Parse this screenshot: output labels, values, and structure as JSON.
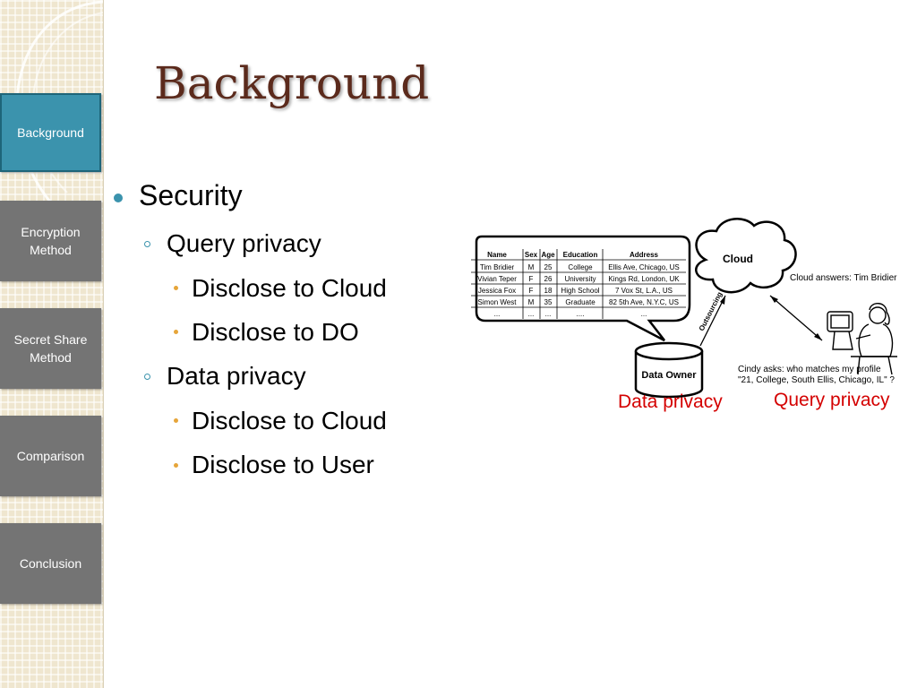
{
  "slide": {
    "title": "Background"
  },
  "sidebar": {
    "items": [
      {
        "label": "Background",
        "active": true
      },
      {
        "label": "Encryption Method",
        "active": false
      },
      {
        "label": "Secret Share Method",
        "active": false
      },
      {
        "label": "Comparison",
        "active": false
      },
      {
        "label": "Conclusion",
        "active": false
      }
    ]
  },
  "content": {
    "security": "Security",
    "query_privacy": "Query privacy",
    "qp_cloud": "Disclose to Cloud",
    "qp_do": "Disclose to DO",
    "data_privacy": "Data privacy",
    "dp_cloud": "Disclose to Cloud",
    "dp_user": "Disclose to User"
  },
  "diagram": {
    "table": {
      "headers": [
        "Name",
        "Sex",
        "Age",
        "Education",
        "Address"
      ],
      "rows": [
        [
          "Tim Bridier",
          "M",
          "25",
          "College",
          "Ellis Ave, Chicago, US"
        ],
        [
          "Vivian Teper",
          "F",
          "26",
          "University",
          "Kings Rd, London, UK"
        ],
        [
          "Jessica Fox",
          "F",
          "18",
          "High School",
          "7 Vox St, L.A., US"
        ],
        [
          "Simon West",
          "M",
          "35",
          "Graduate",
          "82 5th Ave, N.Y.C, US"
        ],
        [
          "...",
          "...",
          "...",
          "....",
          "..."
        ]
      ]
    },
    "cloud_label": "Cloud",
    "owner_label": "Data Owner",
    "outsourcing": "Outsourcing",
    "cloud_answer": "Cloud answers: Tim Bridier",
    "user_question_line1": "Cindy asks: who matches my profile",
    "user_question_line2": "\"21, College, South Ellis, Chicago, IL\" ?",
    "data_privacy_label": "Data privacy",
    "query_privacy_label": "Query privacy"
  },
  "colors": {
    "accent": "#3b93ad",
    "nav_inactive": "#747474",
    "title": "#5b2a1c",
    "privacy_label": "#d40000",
    "sub_bullet": "#e6a53a"
  }
}
